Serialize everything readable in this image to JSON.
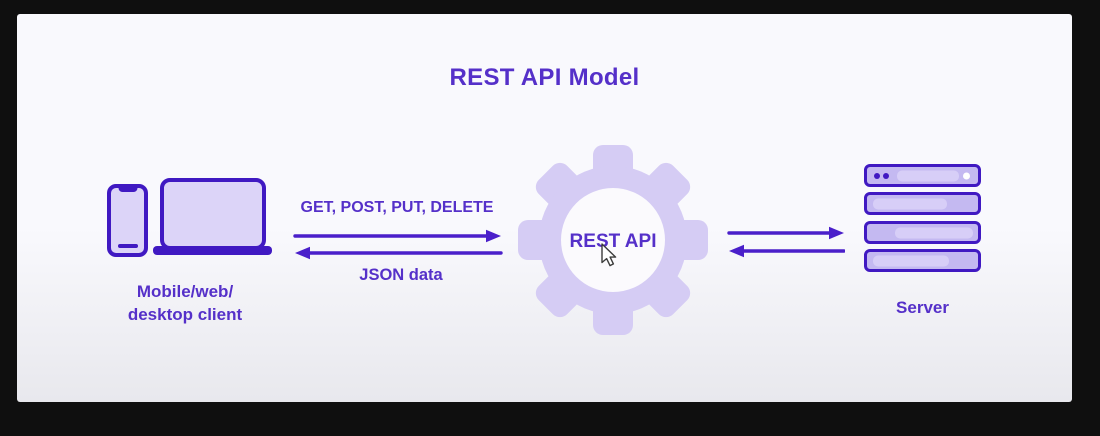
{
  "title": "REST API Model",
  "colors": {
    "frame": "#0f0f0f",
    "canvas-top": "#f9f9fd",
    "canvas-bottom": "#e8e8ed",
    "accent-text": "#5530c9",
    "icon-stroke": "#4019c2",
    "icon-fill": "#dcd4f8",
    "rack-fill": "#c4b9f1",
    "rack-bar": "#d7cef7",
    "gear-fill": "#d5ccf4",
    "gear-center": "#fbfafd",
    "arrow": "#4a1fca"
  },
  "client": {
    "icons": [
      "smartphone-icon",
      "laptop-icon"
    ],
    "label_line1": "Mobile/web/",
    "label_line2": "desktop client"
  },
  "client_api_flow": {
    "request_label": "GET, POST, PUT, DELETE",
    "response_label": "JSON data"
  },
  "api": {
    "icon": "gear-icon",
    "label": "REST API"
  },
  "server": {
    "icon": "server-rack-icon",
    "label": "Server"
  },
  "cursor": {
    "icon": "mouse-cursor-icon"
  }
}
